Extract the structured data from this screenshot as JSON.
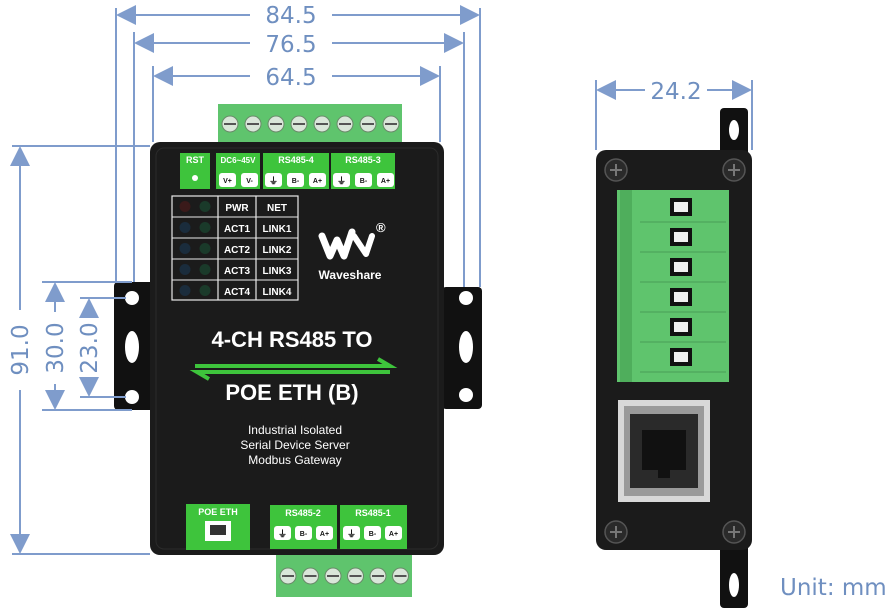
{
  "dimensions": {
    "width_outer": "84.5",
    "width_mid": "76.5",
    "width_inner": "64.5",
    "height_total": "91.0",
    "hole_spacing_outer": "30.0",
    "hole_spacing_inner": "23.0",
    "depth": "24.2"
  },
  "unit_label": "Unit: mm",
  "device": {
    "rst_label": "RST",
    "power_header": "DC6~45V",
    "rs485_4_header": "RS485-4",
    "rs485_3_header": "RS485-3",
    "power_pins": [
      "V+",
      "V-"
    ],
    "rs485_pins": [
      "B-",
      "A+"
    ],
    "led_rows": [
      [
        "PWR",
        "NET"
      ],
      [
        "ACT1",
        "LINK1"
      ],
      [
        "ACT2",
        "LINK2"
      ],
      [
        "ACT3",
        "LINK3"
      ],
      [
        "ACT4",
        "LINK4"
      ]
    ],
    "brand": "Waveshare",
    "registered_mark": "®",
    "title_line1": "4-CH RS485 TO",
    "title_line2": "POE ETH (B)",
    "desc_line1": "Industrial Isolated",
    "desc_line2": "Serial Device Server",
    "desc_line3": "Modbus Gateway",
    "poe_label": "POE ETH",
    "rs485_2_header": "RS485-2",
    "rs485_1_header": "RS485-1"
  },
  "colors": {
    "case": "#1b1b1b",
    "terminal_green": "#5fc46d",
    "label_green": "#3ec43c",
    "dimension_blue": "#7f9ccc"
  }
}
